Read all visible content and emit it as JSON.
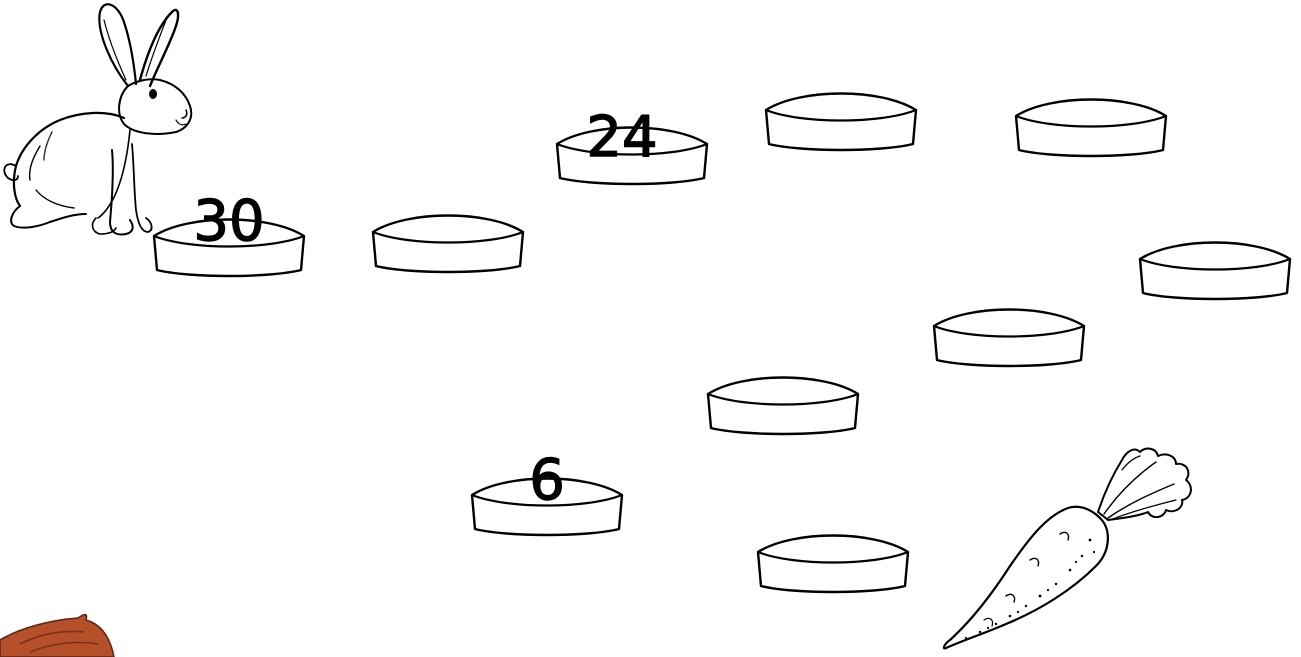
{
  "game": {
    "start_character_icon": "rabbit",
    "goal_icon": "carrot",
    "corner_decoration_icon": "hair",
    "stones": [
      {
        "value": "30"
      },
      {
        "value": ""
      },
      {
        "value": "24"
      },
      {
        "value": ""
      },
      {
        "value": ""
      },
      {
        "value": ""
      },
      {
        "value": ""
      },
      {
        "value": ""
      },
      {
        "value": "6"
      },
      {
        "value": ""
      }
    ]
  },
  "colors": {
    "background": "#ffffff",
    "ink": "#000000",
    "carrot_fill": "#ffffff",
    "hair": "#b5502a"
  }
}
